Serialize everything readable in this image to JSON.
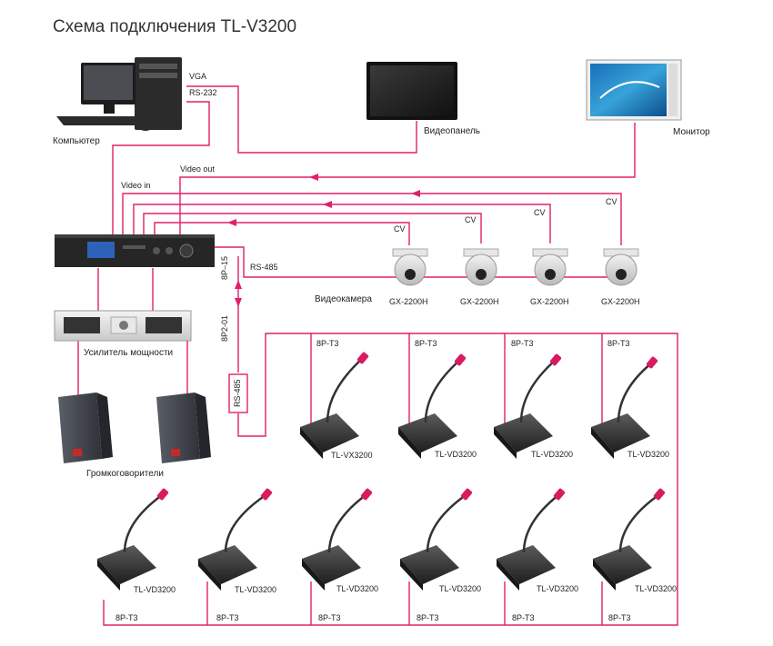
{
  "title": "Схема подключения TL-V3200",
  "devices": {
    "computer": "Компьютер",
    "videopanel": "Видеопанель",
    "monitor": "Монитор",
    "videocamera": "Видеокамера",
    "amplifier": "Усилитель мощности",
    "speakers": "Громкоговорители"
  },
  "signals": {
    "vga": "VGA",
    "rs232": "RS-232",
    "video_out": "Video out",
    "video_in": "Video  in",
    "rs485": "RS-485",
    "rs485_box": "RS-485",
    "p15": "8P–15",
    "p01": "8P2-01",
    "cv": "CV"
  },
  "cameras": [
    "GX-2200H",
    "GX-2200H",
    "GX-2200H",
    "GX-2200H"
  ],
  "units_top": [
    {
      "cable": "8P-T3",
      "model": "TL-VX3200"
    },
    {
      "cable": "8P-T3",
      "model": "TL-VD3200"
    },
    {
      "cable": "8P-T3",
      "model": "TL-VD3200"
    },
    {
      "cable": "8P-T3",
      "model": "TL-VD3200"
    }
  ],
  "units_bottom": [
    {
      "cable": "8P-T3",
      "model": "TL-VD3200"
    },
    {
      "cable": "8P-T3",
      "model": "TL-VD3200"
    },
    {
      "cable": "8P-T3",
      "model": "TL-VD3200"
    },
    {
      "cable": "8P-T3",
      "model": "TL-VD3200"
    },
    {
      "cable": "8P-T3",
      "model": "TL-VD3200"
    },
    {
      "cable": "8P-T3",
      "model": "TL-VD3200"
    }
  ],
  "colors": {
    "cable": "#e0206a",
    "device_dark": "#2e2e2e",
    "device_light": "#d9d9d9"
  }
}
